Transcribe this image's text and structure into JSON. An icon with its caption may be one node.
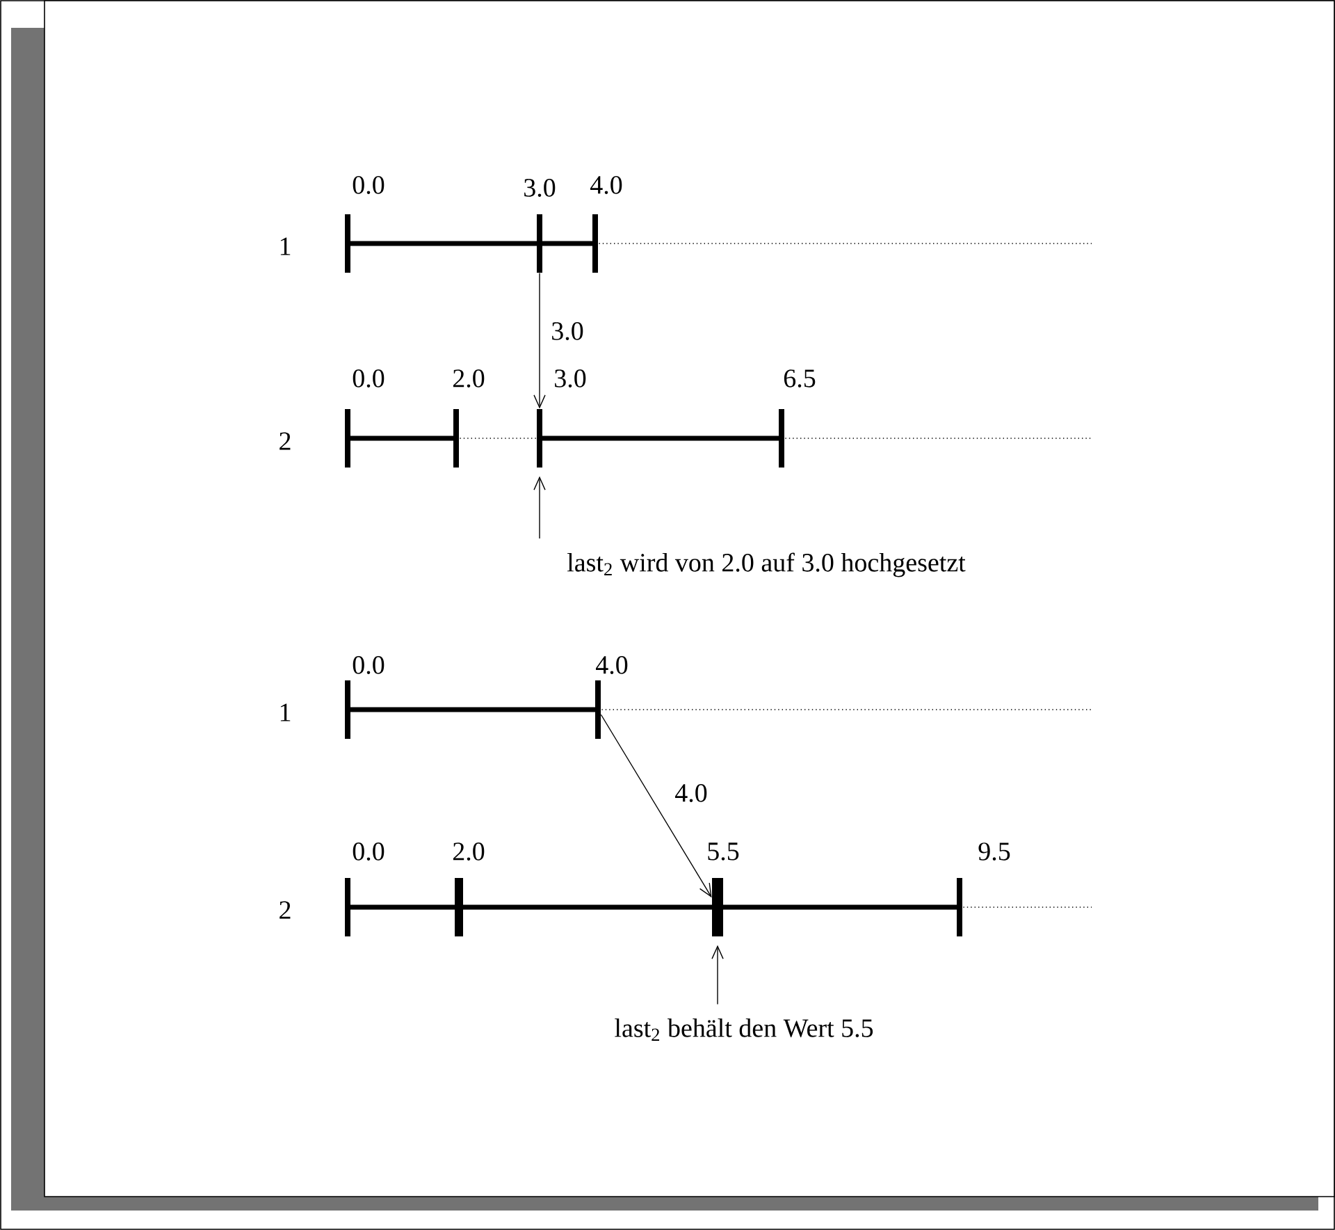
{
  "diagram": {
    "nodes": [
      {
        "text": [],
        "shape": "bar",
        "beside": [
          "3.0"
        ]
      },
      {
        "text": [],
        "shape": "bar",
        "beside": [
          "3.0"
        ]
      },
      {
        "text": [
          "last$_{2}$ wird von 2.0 auf 3.0 hochgesetzt"
        ]
      },
      {
        "text": [],
        "shape": "bar",
        "beside": [
          "4.0"
        ]
      },
      {
        "text": [],
        "shape": "bar",
        "beside": [
          "5.5"
        ]
      },
      {
        "text": [
          "last$_{2}$ behält den Wert 5.5"
        ]
      }
    ],
    "edges": [
      {
        "from": 0,
        "to": 1,
        "arrow": "to",
        "label": "3.0"
      },
      {
        "from": 2,
        "to": 1,
        "arrow": "to"
      },
      {
        "from": 3,
        "to": 4,
        "arrow": "to",
        "label": "4.0"
      },
      {
        "from": 5,
        "to": 4,
        "arrow": "to"
      }
    ],
    "labels": [
      "0.0",
      "4.0",
      "1",
      "0.0",
      "2.0",
      "6.5",
      "2",
      "0.0",
      "1",
      "0.0",
      "2.0",
      "9.5",
      "2"
    ]
  }
}
